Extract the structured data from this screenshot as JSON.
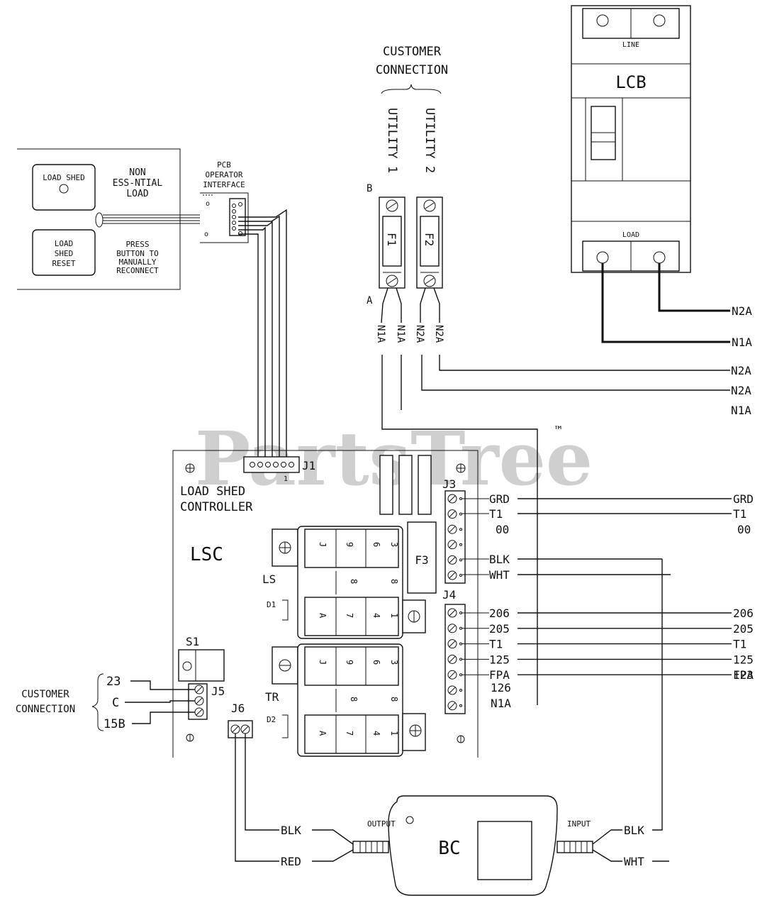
{
  "watermark": {
    "text": "PartsTree",
    "tm": "™"
  },
  "customer_connection_top": {
    "line1": "CUSTOMER",
    "line2": "CONNECTION"
  },
  "utility": {
    "u1": "UTILITY 1",
    "u2": "UTILITY 2",
    "fuse1": "F1",
    "fuse2": "F2",
    "label_b": "B",
    "label_a": "A"
  },
  "utility_wires": {
    "w1": "N1A",
    "w2": "N1A",
    "w3": "N2A",
    "w4": "N2A"
  },
  "lcb": {
    "title": "LCB",
    "line": "LINE",
    "load": "LOAD"
  },
  "lcb_wires": {
    "n2a": "N2A",
    "n1a": "N1A"
  },
  "right_util": {
    "n2a_1": "N2A",
    "n2a_2": "N2A",
    "n1a": "N1A"
  },
  "panel": {
    "load_shed": "LOAD SHED",
    "non_essential_line1": "NON",
    "non_essential_line2": "ESS-NTIAL",
    "non_essential_line3": "LOAD",
    "reset_line1": "LOAD",
    "reset_line2": "SHED",
    "reset_line3": "RESET",
    "press_line1": "PRESS",
    "press_line2": "BUTTON TO",
    "press_line3": "MANUALLY",
    "press_line4": "RECONNECT"
  },
  "pcb": {
    "line1": "PCB",
    "line2": "OPERATOR",
    "line3": "INTERFACE"
  },
  "lsc": {
    "title_line1": "LOAD SHED",
    "title_line2": "CONTROLLER",
    "abbr": "LSC",
    "j1": "J1",
    "j1_pin": "1",
    "j3": "J3",
    "j4": "J4",
    "j5": "J5",
    "j6": "J6",
    "s1": "S1",
    "f3": "F3",
    "ls": "LS",
    "tr": "TR",
    "d1": "D1",
    "d2": "D2"
  },
  "relay_pins": {
    "p3": "3",
    "p6": "6",
    "p9": "9",
    "pJ": "J",
    "p8a": "8",
    "p8b": "8",
    "pA": "A",
    "p7": "7",
    "p4": "4",
    "p1": "1"
  },
  "j3_wires": [
    {
      "inner": "GRD",
      "outer": "GRD"
    },
    {
      "inner": "T1",
      "outer": "T1"
    },
    {
      "inner": "00",
      "outer": "00"
    },
    {
      "inner": "BLK",
      "outer": ""
    },
    {
      "inner": "WHT",
      "outer": ""
    }
  ],
  "j4_wires": [
    {
      "inner": "206",
      "outer": "206"
    },
    {
      "inner": "205",
      "outer": "205"
    },
    {
      "inner": "T1",
      "outer": "T1"
    },
    {
      "inner": "125",
      "outer": "125"
    },
    {
      "inner": "FPA",
      "outer": "FPA"
    },
    {
      "inner": "126",
      "outer": "123"
    },
    {
      "inner": "N1A",
      "outer": ""
    }
  ],
  "customer_connection_left": {
    "line1": "CUSTOMER",
    "line2": "CONNECTION",
    "w23": "23",
    "wc": "C",
    "w15b": "15B"
  },
  "bc": {
    "label": "BC",
    "output": "OUTPUT",
    "input": "INPUT",
    "blk_out": "BLK",
    "red_out": "RED",
    "blk_in": "BLK",
    "wht_in": "WHT"
  }
}
